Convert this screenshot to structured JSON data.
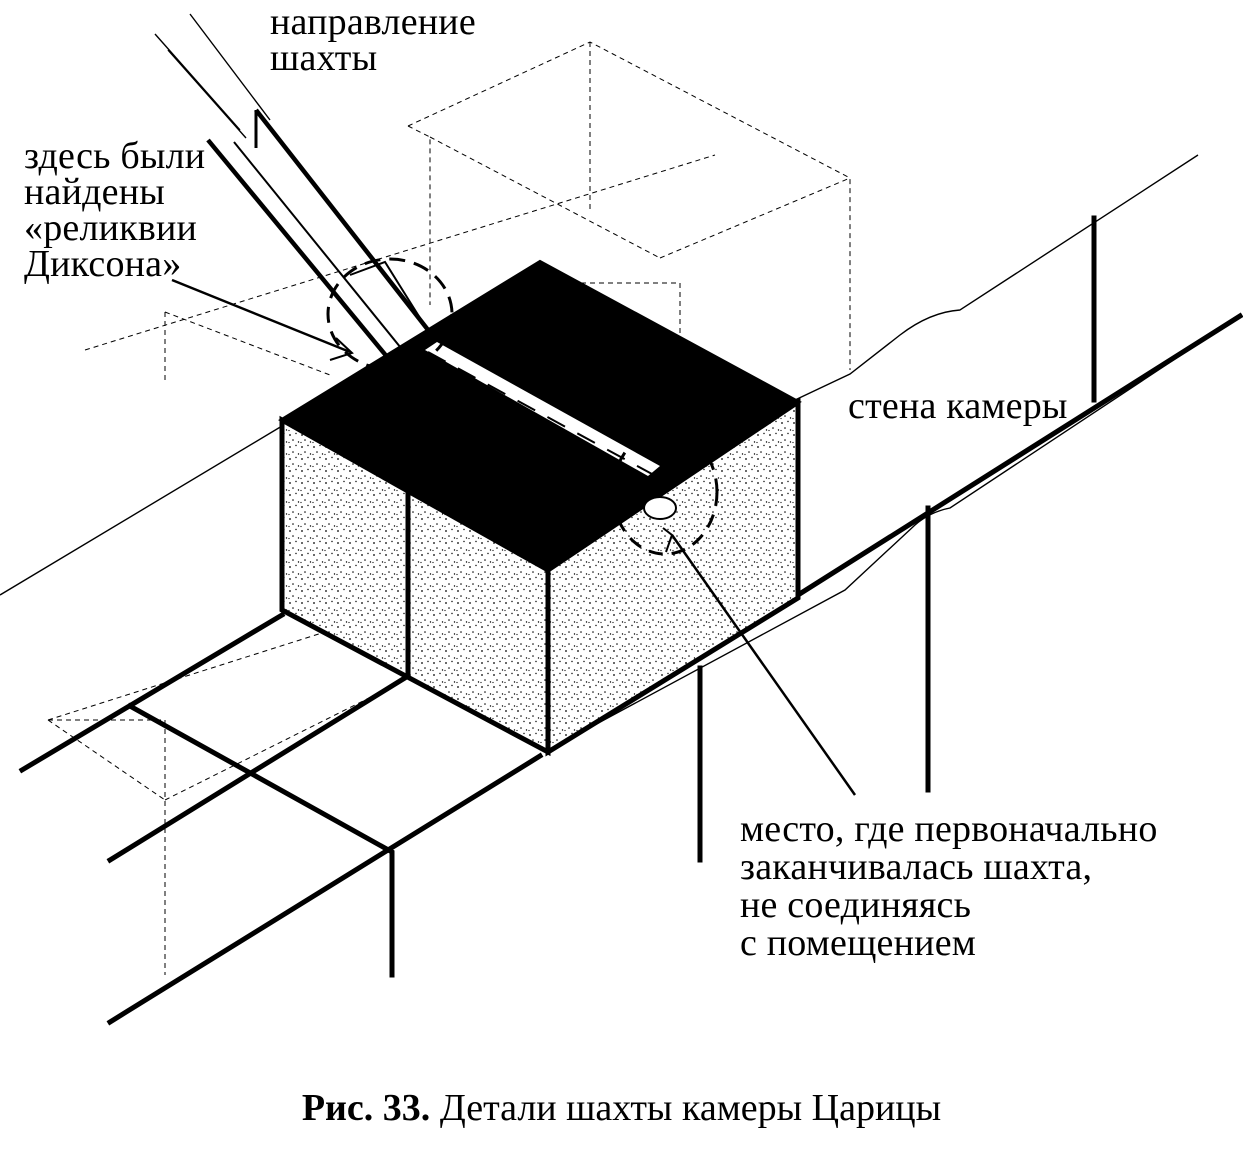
{
  "labels": {
    "shaft_direction": "направление\nшахты",
    "dixon_relics": "здесь были\nнайдены\n«реликвии\nДиксона»",
    "chamber_wall": "стена камеры",
    "original_end": "место, где первоначально\nзаканчивалась шахта,\nне соединяясь\nс помещением"
  },
  "caption": {
    "prefix": "Рис. 33.",
    "text": "Детали шахты камеры Царицы"
  },
  "colors": {
    "ink": "#000000",
    "paper": "#ffffff"
  }
}
